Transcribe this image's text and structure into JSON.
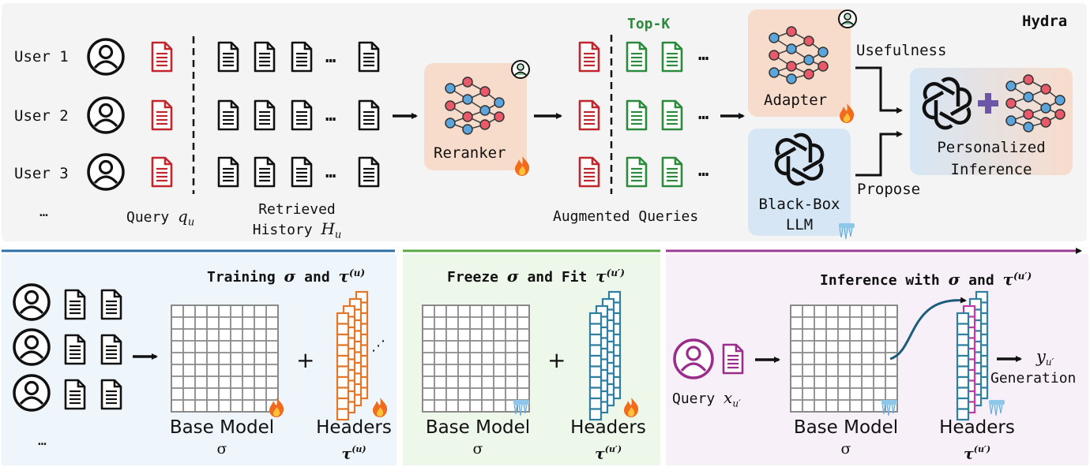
{
  "top": {
    "title": "Hydra",
    "users": [
      "User 1",
      "User 2",
      "User 3"
    ],
    "users_more": "…",
    "query_label": "Query",
    "query_symbol": "q",
    "query_sub": "u",
    "history_label_1": "Retrieved",
    "history_label_2": "History",
    "history_symbol": "H",
    "history_sub": "u",
    "ellipsis": "…",
    "reranker_label": "Reranker",
    "topk_label": "Top-K",
    "augmented_label": "Augmented Queries",
    "adapter_label": "Adapter",
    "blackbox_label_1": "Black-Box",
    "blackbox_label_2": "LLM",
    "usefulness_label": "Usefulness",
    "propose_label": "Propose",
    "personalized_label_1": "Personalized",
    "personalized_label_2": "Inference"
  },
  "bottom_left": {
    "title": "Training",
    "title_sigma": "σ",
    "title_and": "and",
    "title_tau": "τ",
    "title_tau_sup": "(u)",
    "base_model_label": "Base Model",
    "base_model_symbol": "σ",
    "headers_label": "Headers",
    "headers_symbol": "τ",
    "headers_sup": "(u)",
    "plus": "+",
    "more": "…",
    "dots": "⋰"
  },
  "bottom_mid": {
    "title": "Freeze",
    "title_sigma": "σ",
    "title_and": "and Fit",
    "title_tau": "τ",
    "title_tau_sup": "(u′)",
    "base_model_label": "Base Model",
    "base_model_symbol": "σ",
    "headers_label": "Headers",
    "headers_symbol": "τ",
    "headers_sup": "(u′)",
    "plus": "+"
  },
  "bottom_right": {
    "title": "Inference with",
    "title_sigma": "σ",
    "title_and": "and",
    "title_tau": "τ",
    "title_tau_sup": "(u′)",
    "query_label": "Query",
    "query_symbol": "x",
    "query_sub": "u′",
    "base_model_label": "Base Model",
    "base_model_symbol": "σ",
    "headers_label": "Headers",
    "headers_symbol": "τ",
    "headers_sup": "(u′)",
    "output_symbol": "y",
    "output_sub": "u′",
    "generation_label": "Generation"
  },
  "colors": {
    "red_doc": "#c0262b",
    "green_doc": "#2c8a3c",
    "orange_header": "#e0772a",
    "blue_header": "#2e7fa0",
    "purple": "#9a2c8c",
    "divider_blue": "#2b6fa8",
    "divider_green": "#5aa845",
    "divider_purple": "#9c3b96",
    "reranker_bg": "#f8dccb",
    "blackbox_bg": "#d6e6f5"
  }
}
